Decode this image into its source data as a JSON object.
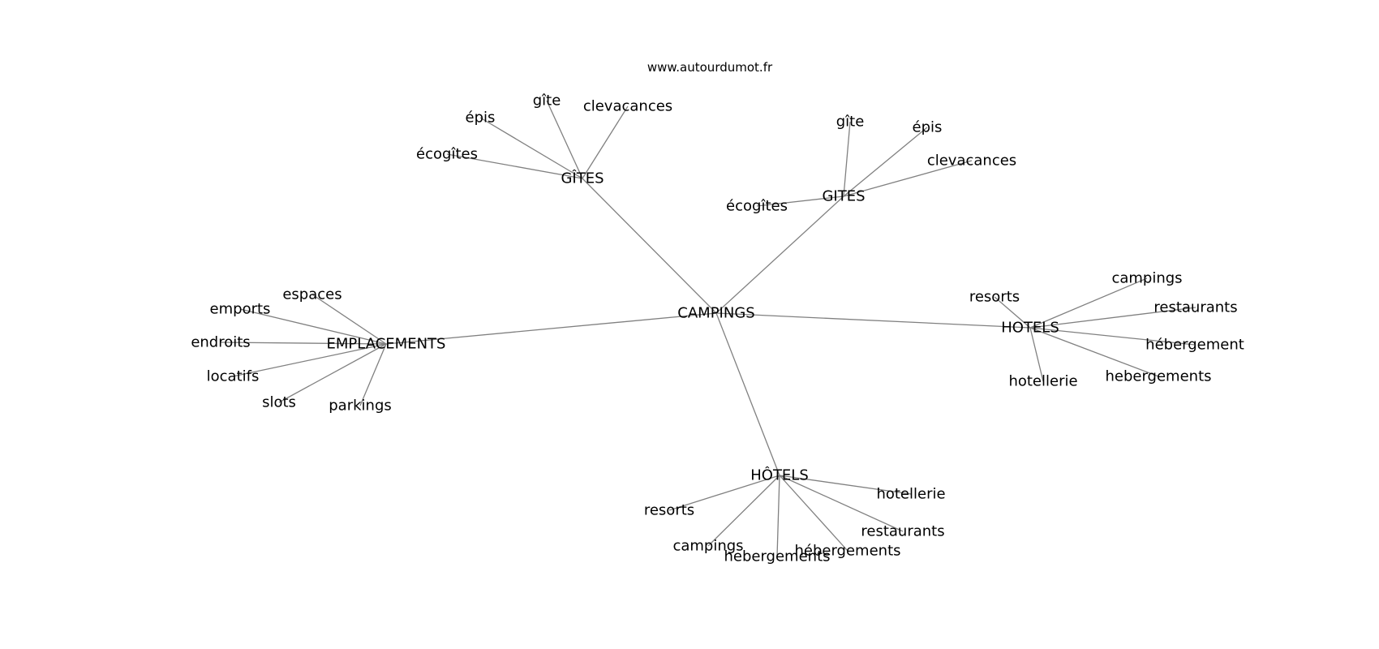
{
  "watermark": "www.autourdumot.fr",
  "graph": {
    "center": "CAMPINGS",
    "clusters": [
      {
        "hub": "GÎTES",
        "leaves": [
          "épis",
          "gîte",
          "clevacances",
          "écogîtes"
        ]
      },
      {
        "hub": "GITES",
        "leaves": [
          "gîte",
          "épis",
          "clevacances",
          "écogîtes"
        ]
      },
      {
        "hub": "EMPLACEMENTS",
        "leaves": [
          "espaces",
          "emports",
          "endroits",
          "locatifs",
          "slots",
          "parkings"
        ]
      },
      {
        "hub": "HOTELS",
        "leaves": [
          "resorts",
          "campings",
          "restaurants",
          "hébergement",
          "hebergements",
          "hotellerie"
        ]
      },
      {
        "hub": "HÔTELS",
        "leaves": [
          "resorts",
          "campings",
          "hebergements",
          "hébergements",
          "restaurants",
          "hotellerie"
        ]
      }
    ]
  }
}
